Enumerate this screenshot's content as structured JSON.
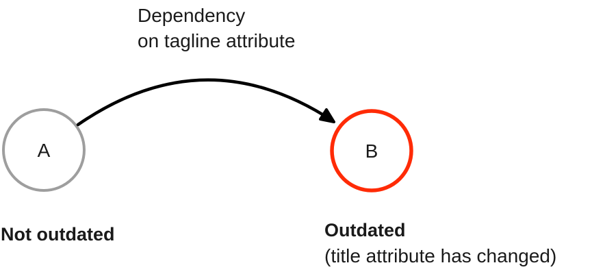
{
  "edge": {
    "label_line1": "Dependency",
    "label_line2": "on tagline attribute",
    "color": "#000000"
  },
  "node_a": {
    "letter": "A",
    "caption": "Not outdated",
    "stroke": "#9e9e9e"
  },
  "node_b": {
    "letter": "B",
    "caption": "Outdated",
    "caption_note": "(title attribute has changed)",
    "stroke": "#ff2b06"
  },
  "colors": {
    "text": "#1a1a1a",
    "background": "#ffffff"
  }
}
